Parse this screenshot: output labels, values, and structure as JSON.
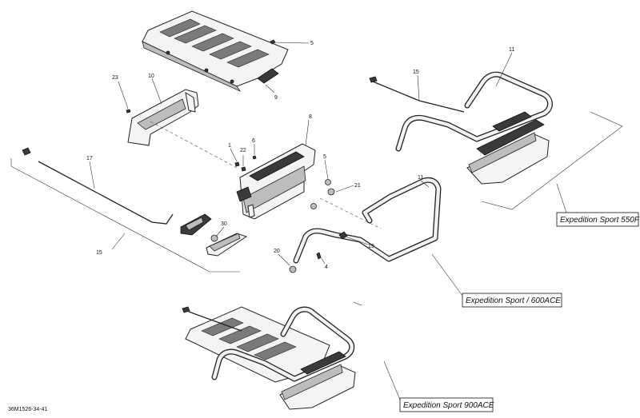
{
  "callouts": [
    {
      "id": "c5a",
      "text": "5"
    },
    {
      "id": "c9",
      "text": "9"
    },
    {
      "id": "c23",
      "text": "23"
    },
    {
      "id": "c10",
      "text": "10"
    },
    {
      "id": "c8",
      "text": "8"
    },
    {
      "id": "c1",
      "text": "1"
    },
    {
      "id": "c6",
      "text": "6"
    },
    {
      "id": "c22",
      "text": "22"
    },
    {
      "id": "c17",
      "text": "17"
    },
    {
      "id": "c5b",
      "text": "5"
    },
    {
      "id": "c21",
      "text": "21"
    },
    {
      "id": "c30",
      "text": "30"
    },
    {
      "id": "c15a",
      "text": "15"
    },
    {
      "id": "c11a",
      "text": "11"
    },
    {
      "id": "c15b",
      "text": "15"
    },
    {
      "id": "c11b",
      "text": "11"
    },
    {
      "id": "c19",
      "text": "19"
    },
    {
      "id": "c4",
      "text": "4"
    },
    {
      "id": "c20",
      "text": "20"
    }
  ],
  "models": {
    "sport_550f": "Expedition Sport 550F",
    "sport_600ace": "Expedition Sport / 600ACE",
    "sport_900ace": "Expedition Sport 900ACE"
  },
  "drawing_code": "36M1526-34-41"
}
